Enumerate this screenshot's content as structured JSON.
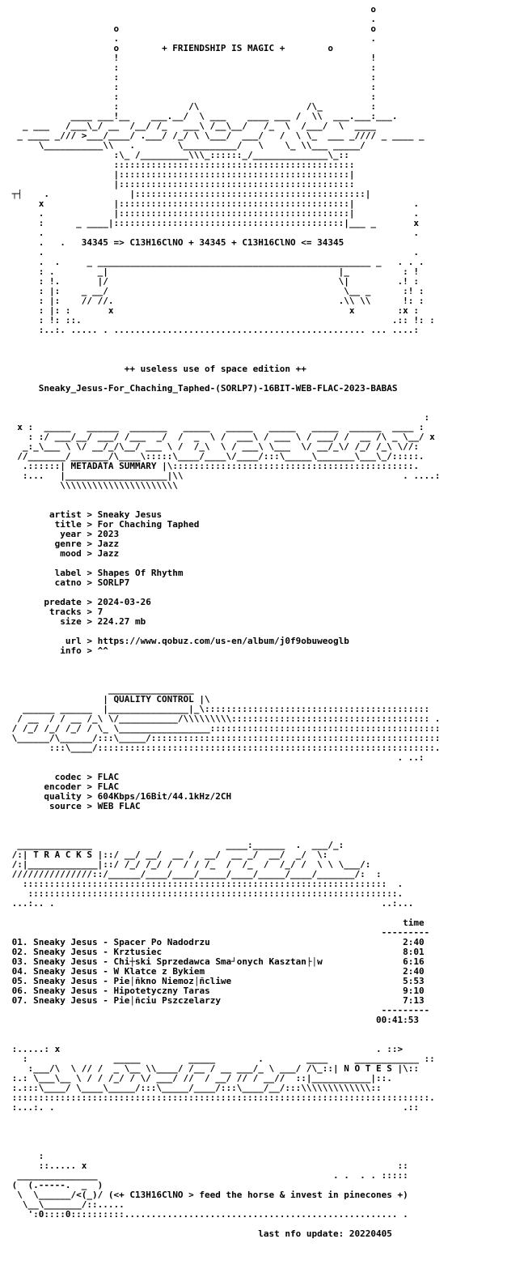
{
  "header": {
    "friendship": "+ FRIENDSHIP IS MAGIC +",
    "formula": "34345 => C13H16ClNO + 34345 + C13H16ClNO <= 34345",
    "edition": "++ useless use of space edition ++",
    "release_name": "Sneaky_Jesus-For_Chaching_Taphed-(SORLP7)-16BIT-WEB-FLAC-2023-BABAS"
  },
  "sections": {
    "metadata": "METADATA SUMMARY",
    "quality": "QUALITY CONTROL",
    "tracks": "T R A C K S",
    "notes": "N O T E S"
  },
  "metadata": [
    {
      "key": "artist",
      "value": "Sneaky Jesus"
    },
    {
      "key": "title",
      "value": "For Chaching Taphed"
    },
    {
      "key": "year",
      "value": "2023"
    },
    {
      "key": "genre",
      "value": "Jazz"
    },
    {
      "key": "mood",
      "value": "Jazz"
    },
    {
      "key": "label",
      "value": "Shapes Of Rhythm"
    },
    {
      "key": "catno",
      "value": "SORLP7"
    },
    {
      "key": "predate",
      "value": "2024-03-26"
    },
    {
      "key": "tracks",
      "value": "7"
    },
    {
      "key": "size",
      "value": "224.27 mb"
    },
    {
      "key": "url",
      "value": "https://www.qobuz.com/us-en/album/j0f9obuweoglb"
    },
    {
      "key": "info",
      "value": "^^"
    }
  ],
  "quality": [
    {
      "key": "codec",
      "value": "FLAC"
    },
    {
      "key": "encoder",
      "value": "FLAC"
    },
    {
      "key": "quality",
      "value": "604Kbps/16Bit/44.1kHz/2CH"
    },
    {
      "key": "source",
      "value": "WEB FLAC"
    }
  ],
  "tracklist": {
    "time_header": "time",
    "total": "00:41:53",
    "items": [
      {
        "no": "01.",
        "artist": "Sneaky Jesus",
        "title": "Spacer Po Nadodrzu",
        "time": "2:40"
      },
      {
        "no": "02.",
        "artist": "Sneaky Jesus",
        "title": "Krztusiec",
        "time": "8:01"
      },
      {
        "no": "03.",
        "artist": "Sneaky Jesus",
        "title": "Chi┼ski Sprzedawca Sma┘onych Kasztan├│w",
        "time": "6:16"
      },
      {
        "no": "04.",
        "artist": "Sneaky Jesus",
        "title": "W Klatce z Bykiem",
        "time": "2:40"
      },
      {
        "no": "05.",
        "artist": "Sneaky Jesus",
        "title": "Pie│ñkno Niemoz│ñcliwe",
        "time": "5:53"
      },
      {
        "no": "06.",
        "artist": "Sneaky Jesus",
        "title": "Hipotetyczny Taras",
        "time": "9:10"
      },
      {
        "no": "07.",
        "artist": "Sneaky Jesus",
        "title": "Pie│ñciu Pszczelarzy",
        "time": "7:13"
      }
    ]
  },
  "footer": {
    "slogan": "(<+ C13H16ClNO > feed the horse & invest in pinecones +)",
    "update_label": "last nfo update:",
    "update_value": "20220405"
  }
}
